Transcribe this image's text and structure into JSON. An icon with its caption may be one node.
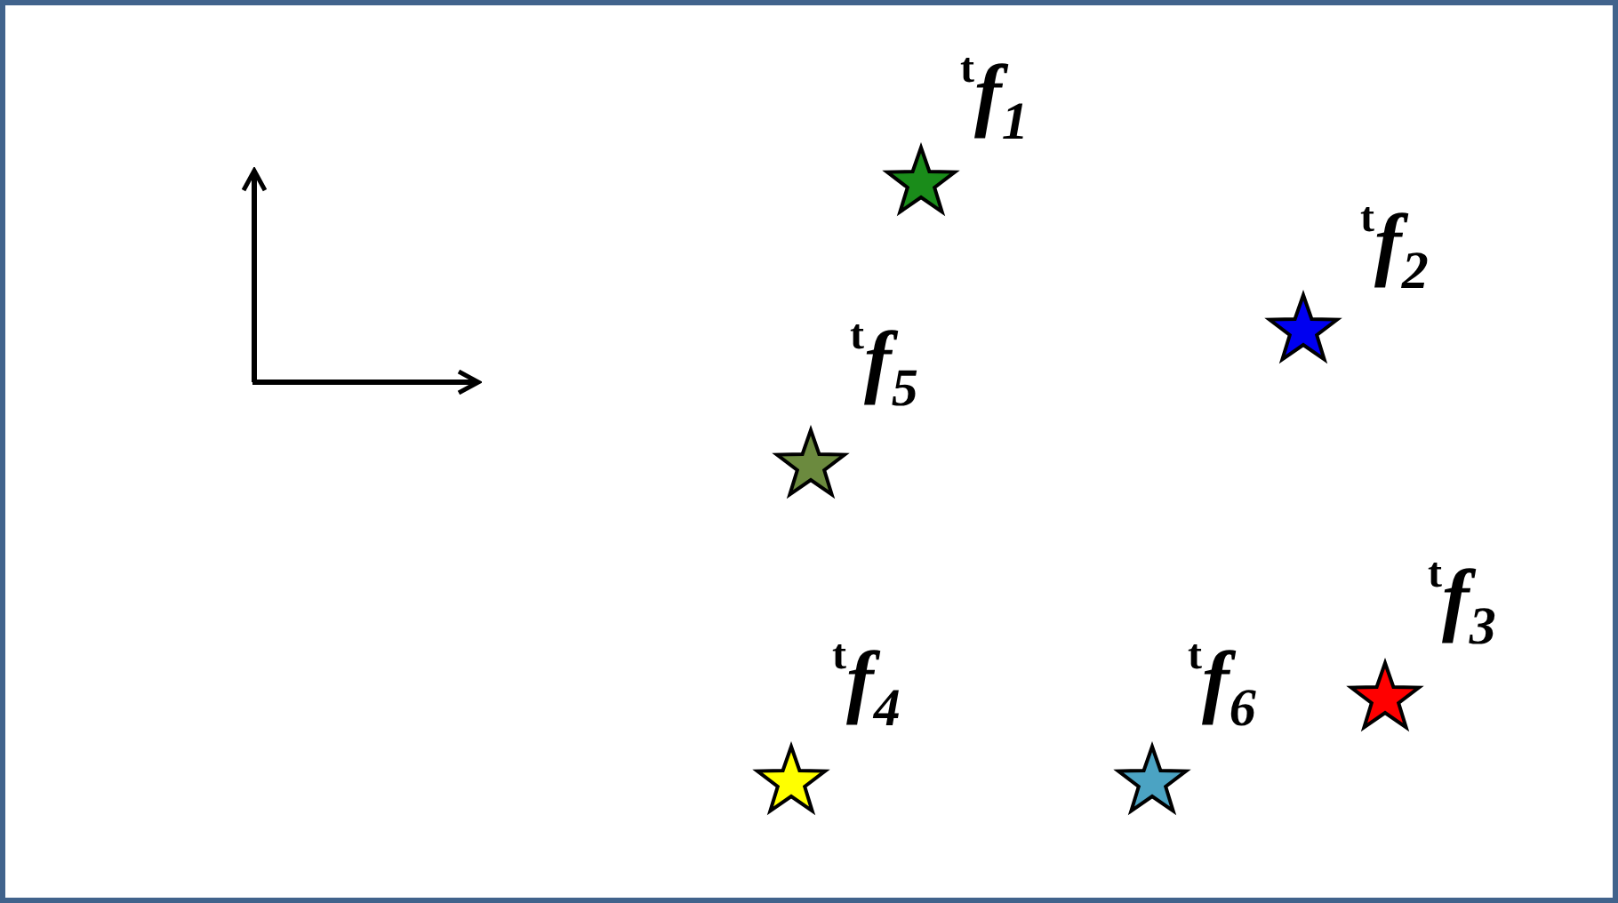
{
  "diagram": {
    "nodes": [
      {
        "text": [],
        "shape": "star",
        "beside": [
          "$^{t}$f$_{1}$"
        ]
      },
      {
        "text": [],
        "shape": "star",
        "beside": [
          "$^{t}$f$_{2}$"
        ]
      },
      {
        "text": [],
        "shape": "star",
        "beside": [
          "$^{t}$f$_{5}$"
        ]
      },
      {
        "text": [],
        "shape": "star",
        "beside": [
          "$^{t}$f$_{4}$"
        ]
      },
      {
        "text": [],
        "shape": "star",
        "beside": [
          "$^{t}$f$_{6}$"
        ]
      },
      {
        "text": [],
        "shape": "star",
        "beside": [
          "$^{t}$f$_{3}$"
        ]
      }
    ]
  }
}
